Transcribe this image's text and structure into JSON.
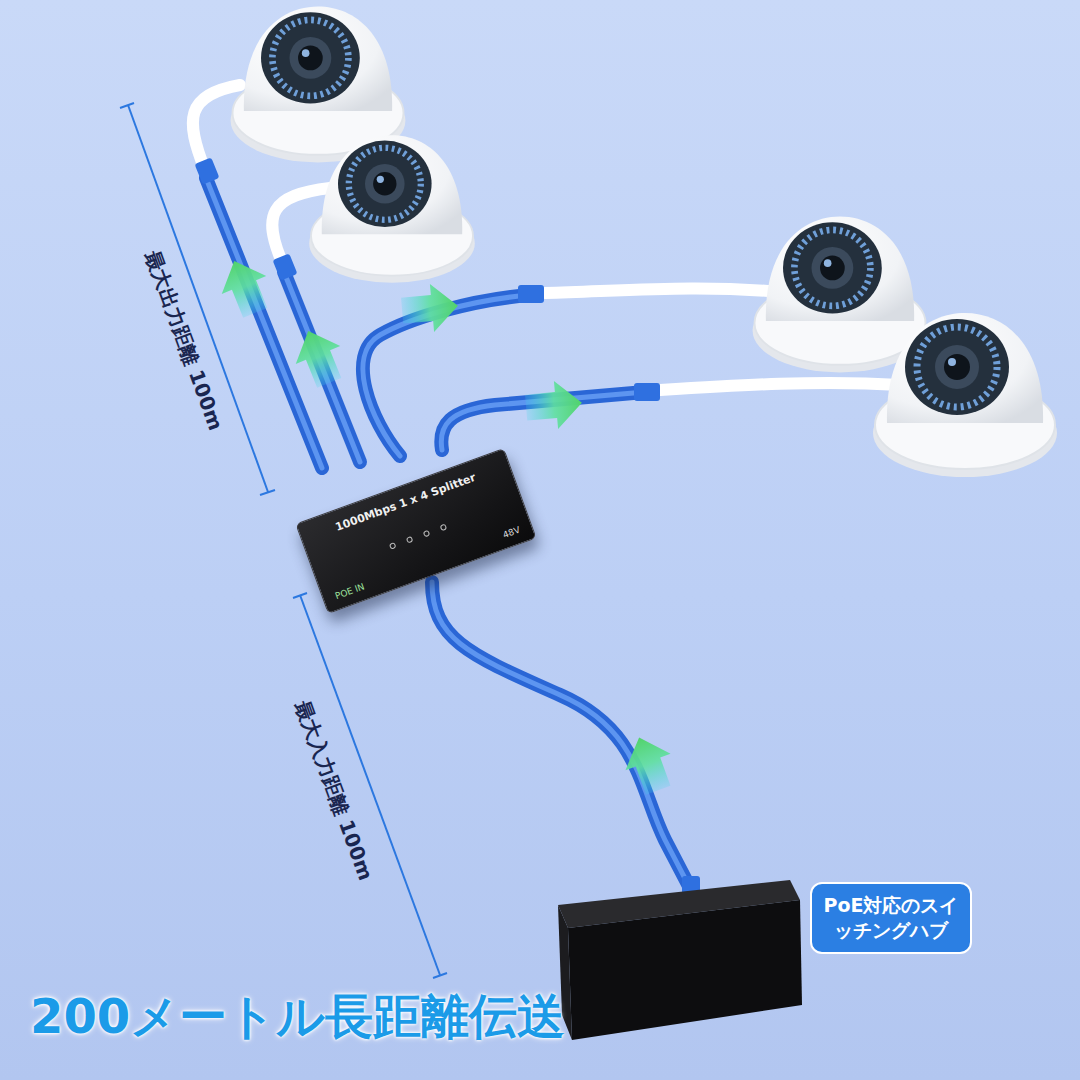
{
  "diagram": {
    "title": "200メートル長距離伝送",
    "nodes": [
      {
        "text": [
          "1000Mbps 1 x 4 Splitter",
          "POE IN",
          "48V"
        ]
      },
      {
        "text": [
          "PoE対応のスイッチングハブ"
        ]
      }
    ],
    "labels": [
      "最大出力距離 100m",
      "最大入力距離 100m"
    ]
  }
}
